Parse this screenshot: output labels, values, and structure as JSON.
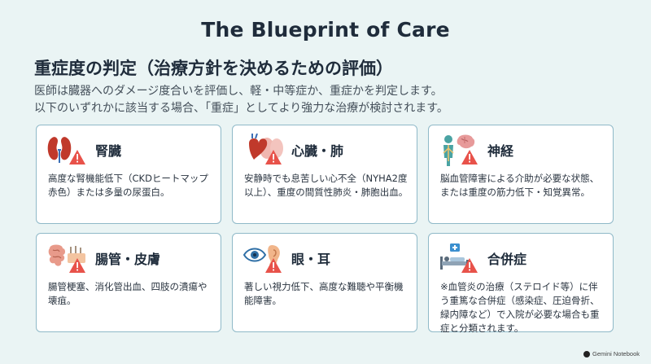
{
  "title": "The Blueprint of Care",
  "heading": "重症度の判定（治療方針を決めるための評価）",
  "intro": [
    "医師は臓器へのダメージ度合いを評価し、軽・中等症か、重症かを判定します。",
    "以下のいずれかに該当する場合、「重症」としてより強力な治療が検討されます。"
  ],
  "cards": [
    {
      "title": "腎臓",
      "icon": "kidney-icon",
      "body": "高度な腎機能低下（CKDヒートマップ赤色）または多量の尿蛋白。"
    },
    {
      "title": "心臓・肺",
      "icon": "heart-lung-icon",
      "body": "安静時でも息苦しい心不全（NYHA2度以上）、重度の間質性肺炎・肺胞出血。"
    },
    {
      "title": "神経",
      "icon": "brain-nerve-icon",
      "body": "脳血管障害による介助が必要な状態、または重度の筋力低下・知覚異常。"
    },
    {
      "title": "腸管・皮膚",
      "icon": "intestine-skin-icon",
      "body": "腸管梗塞、消化管出血、四肢の潰瘍や壊疽。"
    },
    {
      "title": "眼・耳",
      "icon": "eye-ear-icon",
      "body": "著しい視力低下、高度な難聴や平衡機能障害。"
    },
    {
      "title": "合併症",
      "icon": "hospital-bed-icon",
      "body": "※血管炎の治療（ステロイド等）に伴う重篤な合併症（感染症、圧迫骨折、緑内障など）で入院が必要な場合も重症と分類されます。"
    }
  ],
  "footer": "Gemini Notebook",
  "colors": {
    "background": "#eaf4f4",
    "card_border": "#8fb9c8",
    "warning": "#e8524a"
  }
}
